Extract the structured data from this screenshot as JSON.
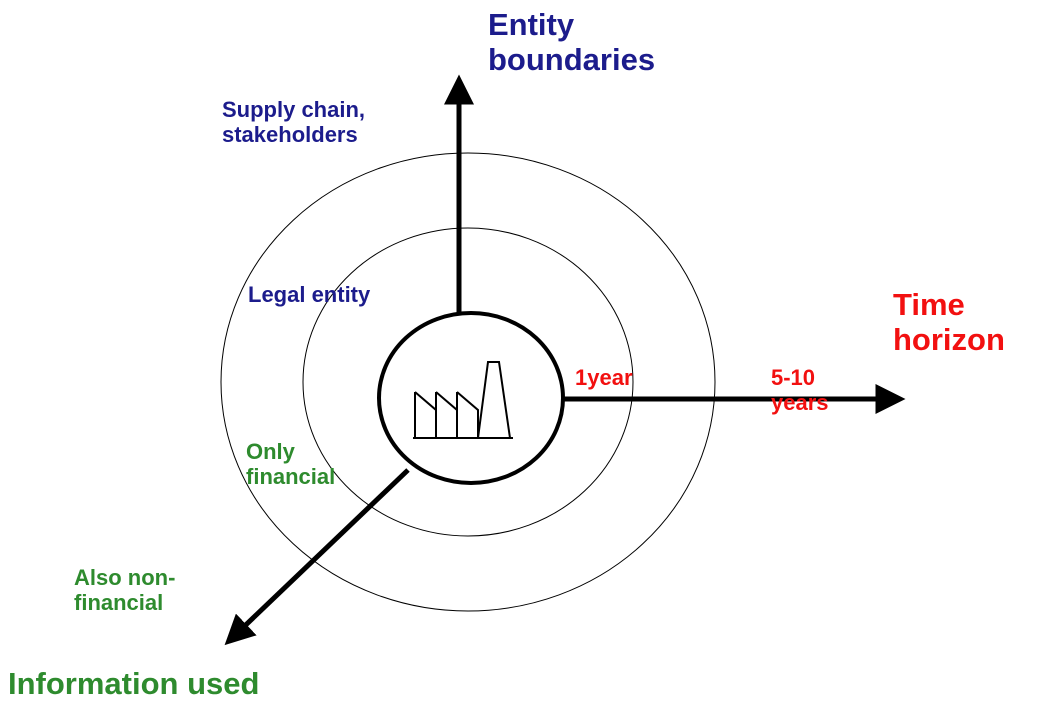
{
  "axes": {
    "entity": {
      "title_line1": "Entity",
      "title_line2": "boundaries",
      "outer_line1": "Supply chain,",
      "outer_line2": "stakeholders",
      "inner": "Legal entity"
    },
    "time": {
      "title_line1": "Time",
      "title_line2": "horizon",
      "inner": "1year",
      "outer_line1": "5-10",
      "outer_line2": "years"
    },
    "information": {
      "title": "Information used",
      "inner_line1": "Only",
      "inner_line2": "financial",
      "outer_line1": "Also non-",
      "outer_line2": "financial"
    }
  },
  "center_icon": "factory-icon",
  "colors": {
    "entity": "#1c1c8c",
    "time": "#f21010",
    "information": "#2e8b2e",
    "lines": "#000000"
  }
}
